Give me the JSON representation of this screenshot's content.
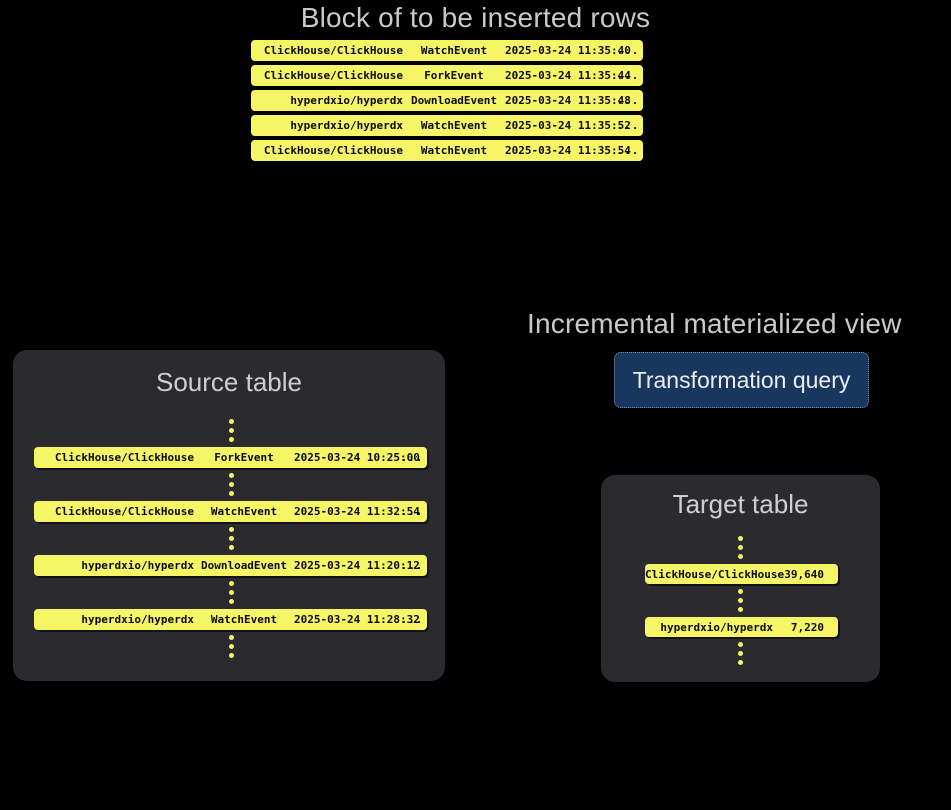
{
  "block": {
    "title": "Block of to be inserted rows",
    "ellipsis": "...",
    "rows": [
      {
        "repo": "ClickHouse/ClickHouse",
        "event": "WatchEvent",
        "timestamp": "2025-03-24 11:35:40"
      },
      {
        "repo": "ClickHouse/ClickHouse",
        "event": "ForkEvent",
        "timestamp": "2025-03-24 11:35:44"
      },
      {
        "repo": "hyperdxio/hyperdx",
        "event": "DownloadEvent",
        "timestamp": "2025-03-24 11:35:48"
      },
      {
        "repo": "hyperdxio/hyperdx",
        "event": "WatchEvent",
        "timestamp": "2025-03-24 11:35:52"
      },
      {
        "repo": "ClickHouse/ClickHouse",
        "event": "WatchEvent",
        "timestamp": "2025-03-24 11:35:54"
      }
    ]
  },
  "source_table": {
    "title": "Source table",
    "ellipsis": "...",
    "rows": [
      {
        "repo": "ClickHouse/ClickHouse",
        "event": "ForkEvent",
        "timestamp": "2025-03-24 10:25:00"
      },
      {
        "repo": "ClickHouse/ClickHouse",
        "event": "WatchEvent",
        "timestamp": "2025-03-24 11:32:54"
      },
      {
        "repo": "hyperdxio/hyperdx",
        "event": "DownloadEvent",
        "timestamp": "2025-03-24 11:20:12"
      },
      {
        "repo": "hyperdxio/hyperdx",
        "event": "WatchEvent",
        "timestamp": "2025-03-24 11:28:32"
      }
    ]
  },
  "materialized_view": {
    "title": "Incremental materialized view",
    "query_label": "Transformation query"
  },
  "target_table": {
    "title": "Target table",
    "rows": [
      {
        "repo": "ClickHouse/ClickHouse",
        "count": "39,640"
      },
      {
        "repo": "hyperdxio/hyperdx",
        "count": "7,220"
      }
    ]
  },
  "colors": {
    "background": "#000000",
    "row_yellow": "#f5f566",
    "card_surface": "#2b2b2f",
    "query_fill": "#17375e",
    "query_border": "#7f91a8",
    "heading_text": "#c9c9c9"
  }
}
